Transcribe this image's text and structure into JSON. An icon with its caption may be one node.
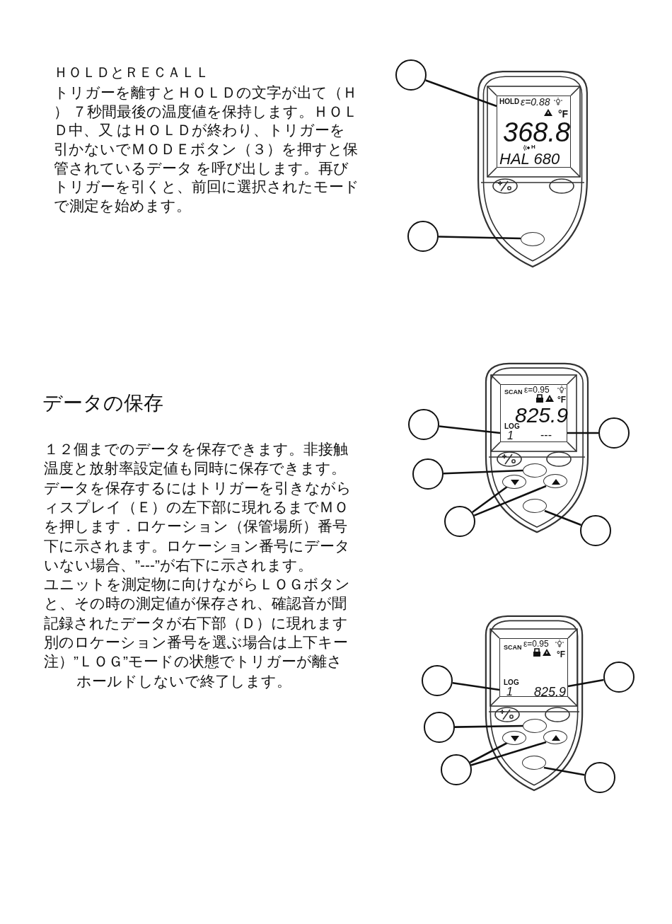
{
  "diagram": {
    "nodes": [
      {
        "text": [],
        "shape": "circle"
      },
      {
        "text": [
          "HOLD",
          "ε=0.88",
          "°F",
          "368.8",
          "H",
          "HAL 680"
        ]
      },
      {
        "text": [],
        "shape": "circle"
      },
      {
        "text": [],
        "shape": "ellipse"
      },
      {
        "text": [
          "SCAN",
          "ε=0.95",
          "°F",
          "825.9",
          "LOG",
          "1",
          "---"
        ]
      },
      {
        "text": [],
        "shape": "circle"
      },
      {
        "text": [],
        "shape": "circle"
      },
      {
        "text": [],
        "shape": "circle"
      },
      {
        "text": [],
        "shape": "ellipse"
      },
      {
        "text": [],
        "shape": "ellipse"
      },
      {
        "text": [],
        "shape": "ellipse"
      },
      {
        "text": [],
        "shape": "circle"
      },
      {
        "text": [],
        "shape": "ellipse"
      },
      {
        "text": [],
        "shape": "circle"
      },
      {
        "text": [
          "SCAN",
          "ε=0.95",
          "°F",
          "LOG",
          "1",
          "825.9"
        ]
      },
      {
        "text": [],
        "shape": "circle"
      },
      {
        "text": [],
        "shape": "circle"
      },
      {
        "text": [],
        "shape": "circle"
      },
      {
        "text": [],
        "shape": "ellipse"
      },
      {
        "text": [],
        "shape": "ellipse"
      },
      {
        "text": [],
        "shape": "ellipse"
      },
      {
        "text": [],
        "shape": "circle"
      },
      {
        "text": [],
        "shape": "ellipse"
      },
      {
        "text": [],
        "shape": "circle"
      }
    ],
    "edges": [
      {
        "from": 0,
        "to": 1,
        "arrow": "none"
      },
      {
        "from": 2,
        "to": 3,
        "arrow": "none"
      },
      {
        "from": 5,
        "to": 4,
        "arrow": "none"
      },
      {
        "from": 6,
        "to": 4,
        "arrow": "none"
      },
      {
        "from": 7,
        "to": 8,
        "arrow": "none"
      },
      {
        "from": 11,
        "to": 9,
        "arrow": "none"
      },
      {
        "from": 11,
        "to": 10,
        "arrow": "none"
      },
      {
        "from": 13,
        "to": 12,
        "arrow": "none"
      },
      {
        "from": 15,
        "to": 14,
        "arrow": "none"
      },
      {
        "from": 16,
        "to": 14,
        "arrow": "none"
      },
      {
        "from": 17,
        "to": 18,
        "arrow": "none"
      },
      {
        "from": 21,
        "to": 19,
        "arrow": "none"
      },
      {
        "from": 21,
        "to": 20,
        "arrow": "none"
      },
      {
        "from": 23,
        "to": 22,
        "arrow": "none"
      }
    ],
    "labels": [
      "ＨＯＬＤとＲＥＣＡＬＬ",
      "トリガーを離すとＨＯＬＤの文字が出て（Ｈ） ７秒間最後の温度値を保持します。ＨＯＬＤ中、又 はＨＯＬＤが終わり、トリガーを引かないでＭＯＤＥボタン（３）を押すと保管されているデータ を呼び出します。再びトリガーを引くと、前回に選択されたモードで測定を始めます。",
      "データの保存",
      "１２個までのデータを保存できます。非接触",
      "温度と放射率設定値も同時に保存できます。",
      "データを保存するにはトリガーを引きながら",
      "ィスプレイ（Ｅ）の左下部に現れるまでＭＯ",
      "を押します．ロケーション（保管場所）番号",
      "下に示されます。ロケーション番号にデータ",
      "いない場合、”---”が右下に示されます。",
      "ユニットを測定物に向けながらＬＯＧボタン",
      "と、その時の測定値が保存され、確認音が聞",
      "記録されたデータが右下部（Ｄ）に現れます",
      "別のロケーション番号を選ぶ場合は上下キー",
      "注）”ＬＯＧ”モードの状態でトリガーが離さ",
      "ホールドしないで終了します。"
    ]
  }
}
